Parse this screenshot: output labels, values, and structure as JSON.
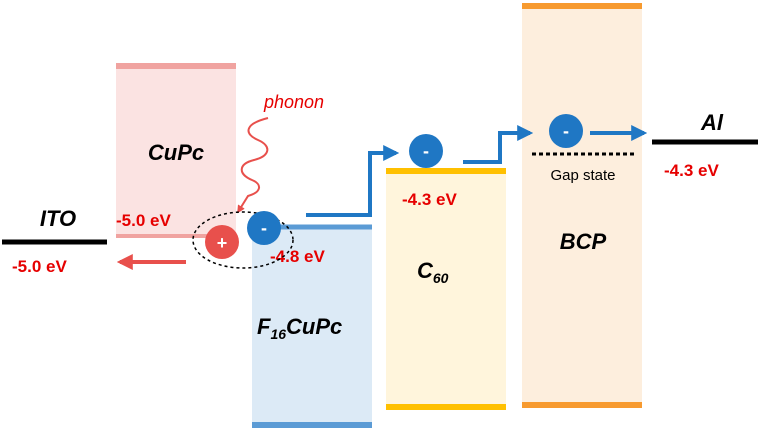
{
  "layers": {
    "cupc": {
      "name": "CuPc",
      "energy": "-5.0 eV",
      "fill": "#fbe3e2",
      "edge": "#f0a3a0"
    },
    "f16cupc": {
      "prefix": "F",
      "sub": "16",
      "suffix": "CuPc",
      "energy": "-4.8 eV",
      "fill": "#dceaf6",
      "edge": "#5b9bd5"
    },
    "c60": {
      "prefix": "C",
      "sub": "60",
      "energy": "-4.3 eV",
      "fill": "#fff5dc",
      "edge": "#ffc000"
    },
    "bcp": {
      "name": "BCP",
      "gap_state": "Gap state",
      "fill": "#fdeedd",
      "edge": "#f79a2f"
    }
  },
  "electrodes": {
    "ito": {
      "name": "ITO",
      "energy": "-5.0 eV"
    },
    "al": {
      "name": "Al",
      "energy": "-4.3 eV"
    }
  },
  "annotations": {
    "phonon": "phonon",
    "hole_sign": "+",
    "electron_sign": "-"
  },
  "colors": {
    "electron": "#1f77c4",
    "hole": "#e8504c",
    "arrow_electron": "#1f77c4",
    "arrow_hole": "#e8504c",
    "energy_text": "#e60000",
    "electrode_line": "#000000"
  }
}
